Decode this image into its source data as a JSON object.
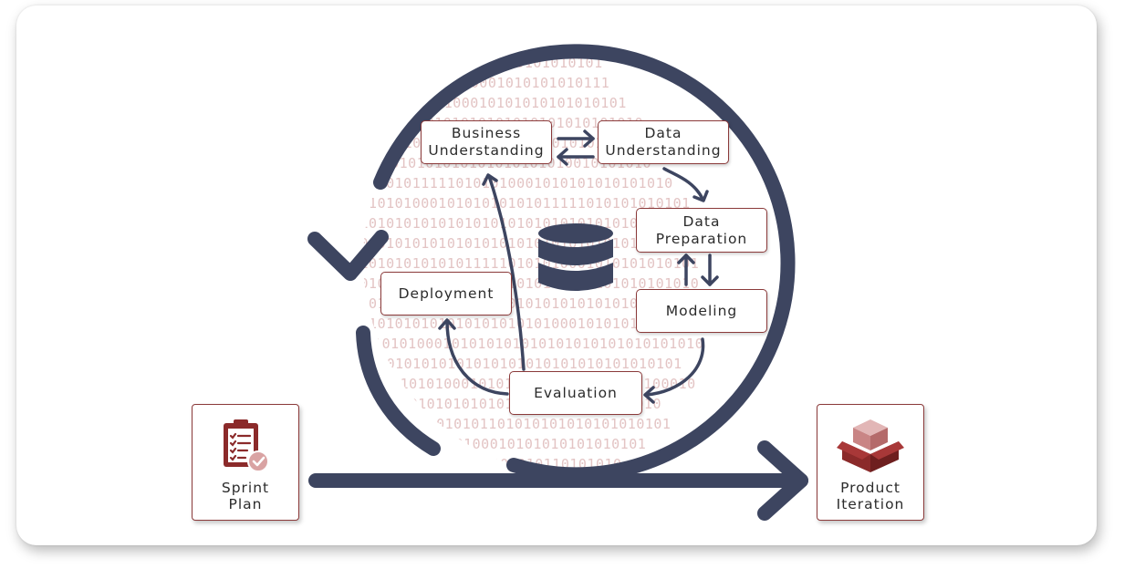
{
  "nodes": {
    "business_understanding": "Business\nUnderstanding",
    "data_understanding": "Data\nUnderstanding",
    "data_preparation": "Data\nPreparation",
    "modeling": "Modeling",
    "evaluation": "Evaluation",
    "deployment": "Deployment"
  },
  "sprint_plan": {
    "label": "Sprint\nPlan",
    "icon": "clipboard-check-icon"
  },
  "product_iteration": {
    "label": "Product\nIteration",
    "icon": "package-box-icon"
  },
  "center_icon": "database-icon",
  "background_pattern": "binary-digits",
  "colors": {
    "navy": "#3d4560",
    "maroon": "#8b2a2a",
    "binary_pink": "#e3c4c4"
  }
}
